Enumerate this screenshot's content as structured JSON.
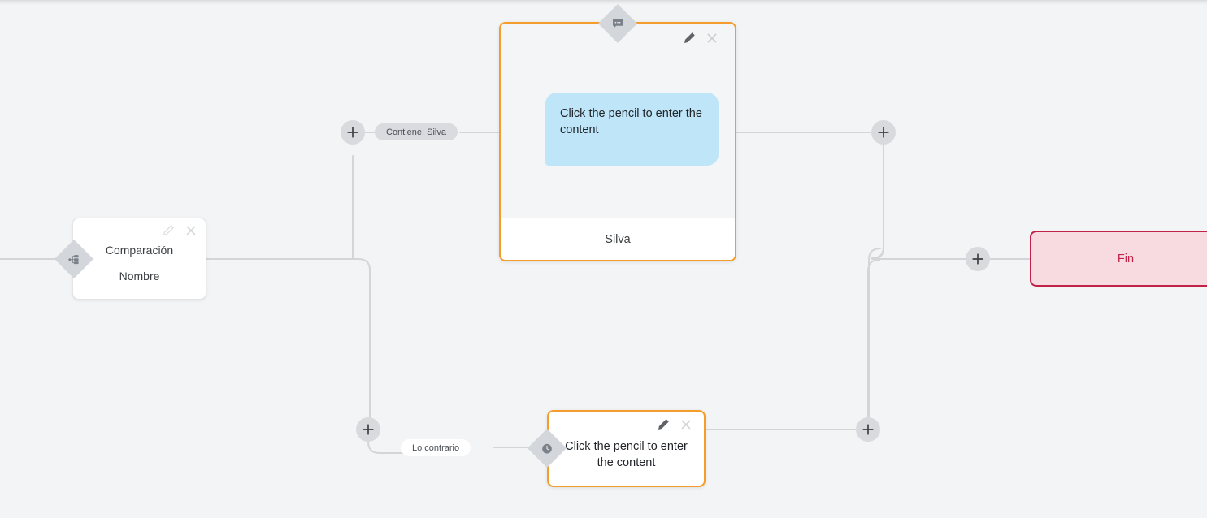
{
  "canvas": {
    "background_color": "#f2f4f5",
    "edge_color": "#d3d5d9"
  },
  "nodes": {
    "comparison": {
      "id": "comparacion",
      "title": "Comparación",
      "subtitle": "Nombre",
      "port_icon": "branch-icon",
      "edit_icon": "pencil-icon",
      "close_icon": "close-icon",
      "border_color": "#e2e4e7",
      "background_color": "#ffffff"
    },
    "message": {
      "id": "message-node",
      "bubble_text": "Click the pencil to enter the content",
      "footer_label": "Silva",
      "port_icon": "message-bubble-icon",
      "edit_icon": "pencil-icon",
      "close_icon": "close-icon",
      "border_color": "#f59d2c",
      "bubble_color": "#bfe5f8",
      "background_color": "#f4f5f7"
    },
    "wait": {
      "id": "wait-node",
      "text": "Click the pencil to enter the content",
      "port_icon": "clock-icon",
      "edit_icon": "pencil-icon",
      "close_icon": "close-icon",
      "border_color": "#f59d2c",
      "background_color": "#ffffff"
    },
    "end": {
      "id": "fin-node",
      "label": "Fin",
      "border_color": "#c32248",
      "background_color": "#f7dbe0",
      "text_color": "#c32248"
    }
  },
  "edge_labels": [
    {
      "id": "label-contiene",
      "text": "Contiene: Silva",
      "style": "gray"
    },
    {
      "id": "label-lo-contrario",
      "text": "Lo contrario",
      "style": "white"
    }
  ],
  "add_buttons": [
    {
      "id": "add-button-top-left",
      "icon": "plus-icon"
    },
    {
      "id": "add-button-top-right",
      "icon": "plus-icon"
    },
    {
      "id": "add-button-bottom-left",
      "icon": "plus-icon"
    },
    {
      "id": "add-button-bottom-right",
      "icon": "plus-icon"
    },
    {
      "id": "add-button-end",
      "icon": "plus-icon"
    }
  ]
}
